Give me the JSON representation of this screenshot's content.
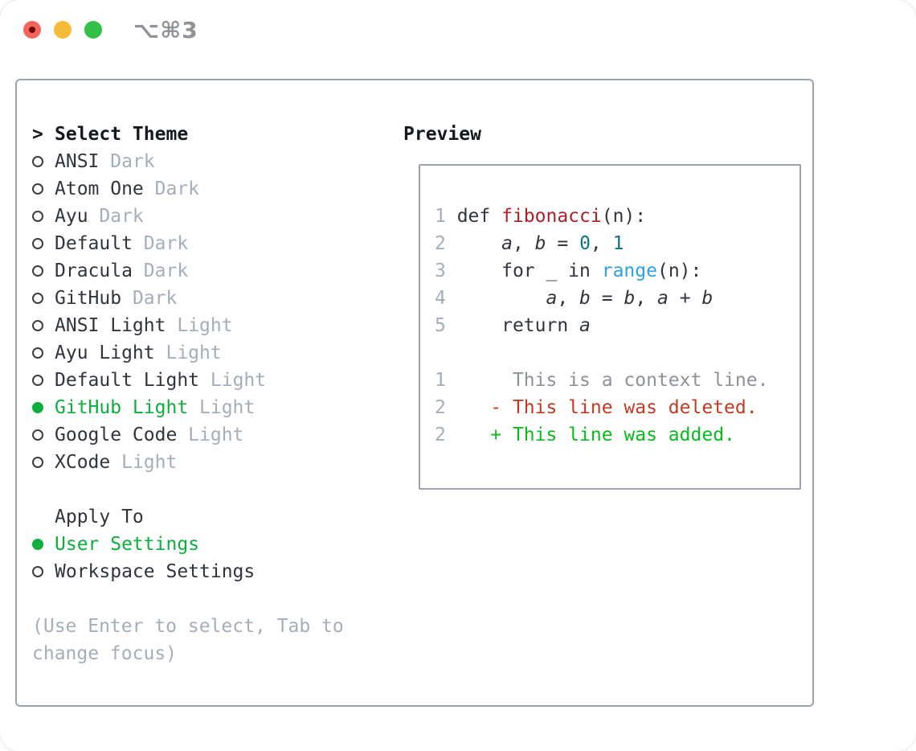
{
  "window": {
    "title": "⌥⌘3",
    "traffic_lights": [
      "close",
      "minimize",
      "zoom"
    ]
  },
  "theme_list": {
    "header_marker": ">",
    "header": "Select Theme",
    "items": [
      {
        "name": "ANSI",
        "variant": "Dark",
        "selected": false
      },
      {
        "name": "Atom One",
        "variant": "Dark",
        "selected": false
      },
      {
        "name": "Ayu",
        "variant": "Dark",
        "selected": false
      },
      {
        "name": "Default",
        "variant": "Dark",
        "selected": false
      },
      {
        "name": "Dracula",
        "variant": "Dark",
        "selected": false
      },
      {
        "name": "GitHub",
        "variant": "Dark",
        "selected": false
      },
      {
        "name": "ANSI Light",
        "variant": "Light",
        "selected": false
      },
      {
        "name": "Ayu Light",
        "variant": "Light",
        "selected": false
      },
      {
        "name": "Default Light",
        "variant": "Light",
        "selected": false
      },
      {
        "name": "GitHub Light",
        "variant": "Light",
        "selected": true
      },
      {
        "name": "Google Code",
        "variant": "Light",
        "selected": false
      },
      {
        "name": "XCode",
        "variant": "Light",
        "selected": false
      }
    ]
  },
  "apply_to": {
    "header": "Apply To",
    "options": [
      {
        "name": "User Settings",
        "selected": true
      },
      {
        "name": "Workspace Settings",
        "selected": false
      }
    ]
  },
  "hint": "(Use Enter to select, Tab to change focus)",
  "preview": {
    "header": "Preview",
    "code_lines": [
      {
        "num": "1",
        "tokens": [
          [
            "p",
            "def "
          ],
          [
            "f",
            "fibonacci"
          ],
          [
            "p",
            "(n):"
          ]
        ]
      },
      {
        "num": "2",
        "tokens": [
          [
            "p",
            "    "
          ],
          [
            "v",
            "a"
          ],
          [
            "p",
            ", "
          ],
          [
            "v",
            "b"
          ],
          [
            "p",
            " = "
          ],
          [
            "n",
            "0"
          ],
          [
            "p",
            ", "
          ],
          [
            "n",
            "1"
          ]
        ]
      },
      {
        "num": "3",
        "tokens": [
          [
            "p",
            "    for _ in "
          ],
          [
            "b",
            "range"
          ],
          [
            "p",
            "(n):"
          ]
        ]
      },
      {
        "num": "4",
        "tokens": [
          [
            "p",
            "        "
          ],
          [
            "v",
            "a"
          ],
          [
            "p",
            ", "
          ],
          [
            "v",
            "b"
          ],
          [
            "p",
            " = "
          ],
          [
            "v",
            "b"
          ],
          [
            "p",
            ", "
          ],
          [
            "v",
            "a"
          ],
          [
            "p",
            " + "
          ],
          [
            "v",
            "b"
          ]
        ]
      },
      {
        "num": "5",
        "tokens": [
          [
            "p",
            "    return "
          ],
          [
            "v",
            "a"
          ]
        ]
      }
    ],
    "diff_lines": [
      {
        "num": "1",
        "type": "context",
        "text": "     This is a context line."
      },
      {
        "num": "2",
        "type": "deleted",
        "text": "   - This line was deleted."
      },
      {
        "num": "2",
        "type": "added",
        "text": "   + This line was added."
      }
    ]
  },
  "colors": {
    "accent_green": "#0cae3e",
    "added_green": "#0abb1e",
    "deleted_red": "#c43a20",
    "context_gray": "#8d9297",
    "function_red": "#ab2127",
    "number_teal": "#0b7580",
    "builtin_blue": "#2ba3dc",
    "border_gray": "#9aa4ae",
    "muted_gray": "#a4aeb9",
    "text_dark": "#30353c"
  }
}
